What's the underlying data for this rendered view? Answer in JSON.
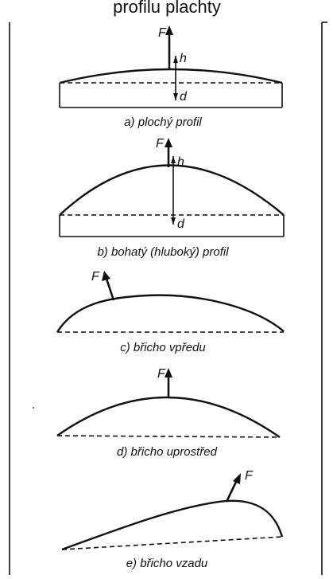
{
  "title": "profilu plachty",
  "force_label": "F",
  "height_label": "h",
  "depth_label": "d",
  "profiles": [
    {
      "caption": "a) plochý profil"
    },
    {
      "caption": "b) bohatý (hluboký) profil"
    },
    {
      "caption": "c) břicho vpředu"
    },
    {
      "caption": "d) břicho uprostřed"
    },
    {
      "caption": "e) břicho vzadu"
    }
  ]
}
